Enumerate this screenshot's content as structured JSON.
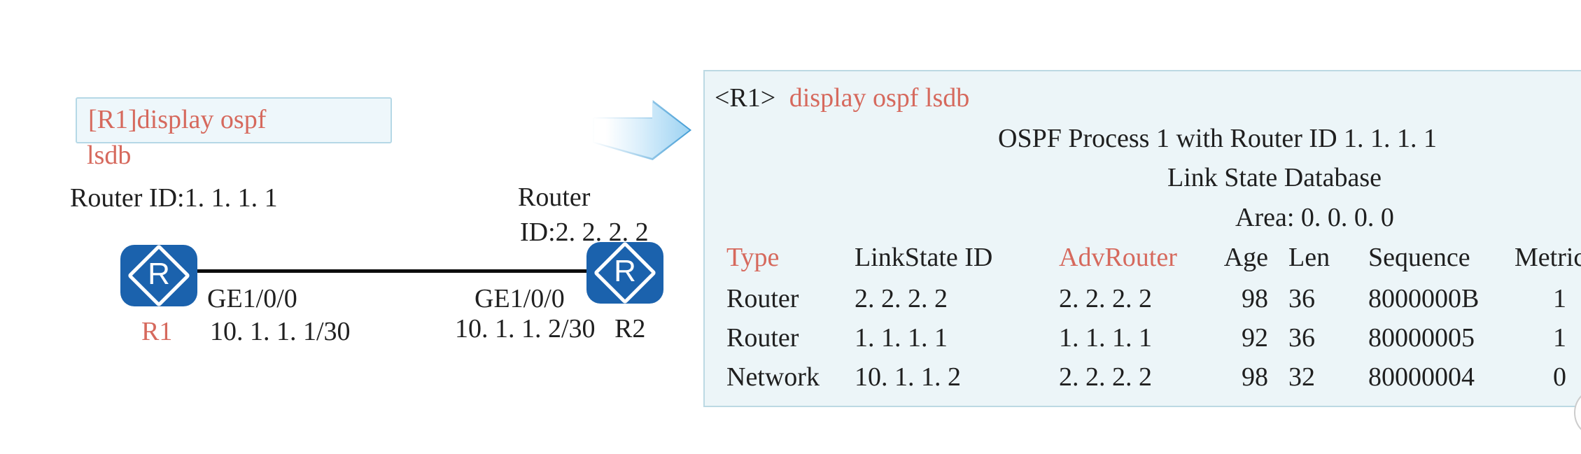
{
  "colors": {
    "accent_red": "#d6695d",
    "router_icon_blue": "#1b62ad",
    "panel_background": "#ecf5f8",
    "panel_border": "#bcd9e3",
    "command_box_background": "#eef7fb",
    "command_box_border": "#b5d8e6",
    "arrow_blue": "#9ed3f2",
    "link_line_black": "#0c0c0c"
  },
  "diagram": {
    "command_box": {
      "line1": "[R1]display ospf",
      "line2": "lsdb"
    },
    "router1": {
      "router_id": "Router ID:1. 1. 1. 1",
      "name": "R1",
      "interface": "GE1/0/0",
      "ip": "10. 1. 1. 1/30"
    },
    "router2": {
      "router_id_line1": "Router",
      "router_id_line2": "ID:2. 2. 2. 2",
      "name": "R2",
      "interface": "GE1/0/0",
      "ip": "10. 1. 1. 2/30"
    },
    "router_icon_letter": "R"
  },
  "terminal": {
    "prompt": "<R1>",
    "command": "display ospf lsdb",
    "process_line": "OSPF Process 1 with Router ID 1. 1. 1. 1",
    "database_line": "Link State Database",
    "area_line": "Area: 0. 0. 0. 0",
    "table": {
      "headers": [
        "Type",
        "LinkState ID",
        "AdvRouter",
        "Age",
        "Len",
        "Sequence",
        "Metric"
      ],
      "rows": [
        [
          "Router",
          "2. 2. 2. 2",
          "2. 2. 2. 2",
          "98",
          "36",
          "8000000B",
          "1"
        ],
        [
          "Router",
          "1. 1. 1. 1",
          "1. 1. 1. 1",
          "92",
          "36",
          "80000005",
          "1"
        ],
        [
          "Network",
          "10. 1. 1. 2",
          "2. 2. 2. 2",
          "98",
          "32",
          "80000004",
          "0"
        ]
      ]
    }
  }
}
